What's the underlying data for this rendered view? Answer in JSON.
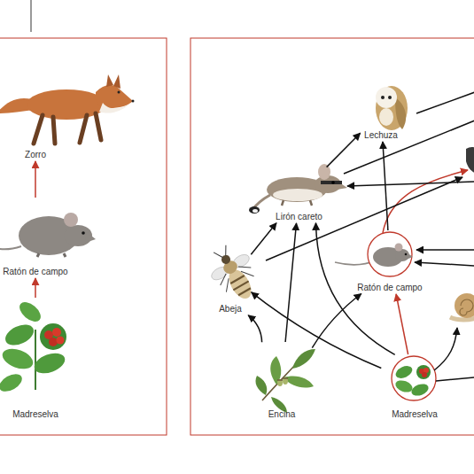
{
  "diagram": {
    "nodes": [
      {
        "text": [
          "Zorro"
        ]
      },
      {
        "text": [
          "Ratón de campo"
        ]
      },
      {
        "text": [
          "Madreselva"
        ]
      },
      {
        "text": [
          "Lechuza"
        ]
      },
      {
        "text": [
          "Lirón careto"
        ]
      },
      {
        "text": [
          "Abeja"
        ]
      },
      {
        "text": [
          "Ratón de campo"
        ]
      },
      {
        "text": [
          "Encina"
        ]
      },
      {
        "text": [
          "Madreselva"
        ]
      }
    ],
    "edges": [
      {
        "from": 2,
        "to": 1,
        "arrow": "to"
      },
      {
        "from": 1,
        "to": 0,
        "arrow": "to"
      },
      {
        "from": 7,
        "to": 4,
        "arrow": "to"
      },
      {
        "from": 7,
        "to": 5,
        "arrow": "to"
      },
      {
        "from": 7,
        "to": 6,
        "arrow": "to"
      },
      {
        "from": 8,
        "to": 6,
        "arrow": "to"
      },
      {
        "from": 8,
        "to": 4,
        "arrow": "to"
      },
      {
        "from": 8,
        "to": 5,
        "arrow": "to"
      },
      {
        "from": 5,
        "to": 4,
        "arrow": "to"
      },
      {
        "from": 4,
        "to": 3,
        "arrow": "to"
      },
      {
        "from": 6,
        "to": 3,
        "arrow": "to"
      }
    ]
  }
}
